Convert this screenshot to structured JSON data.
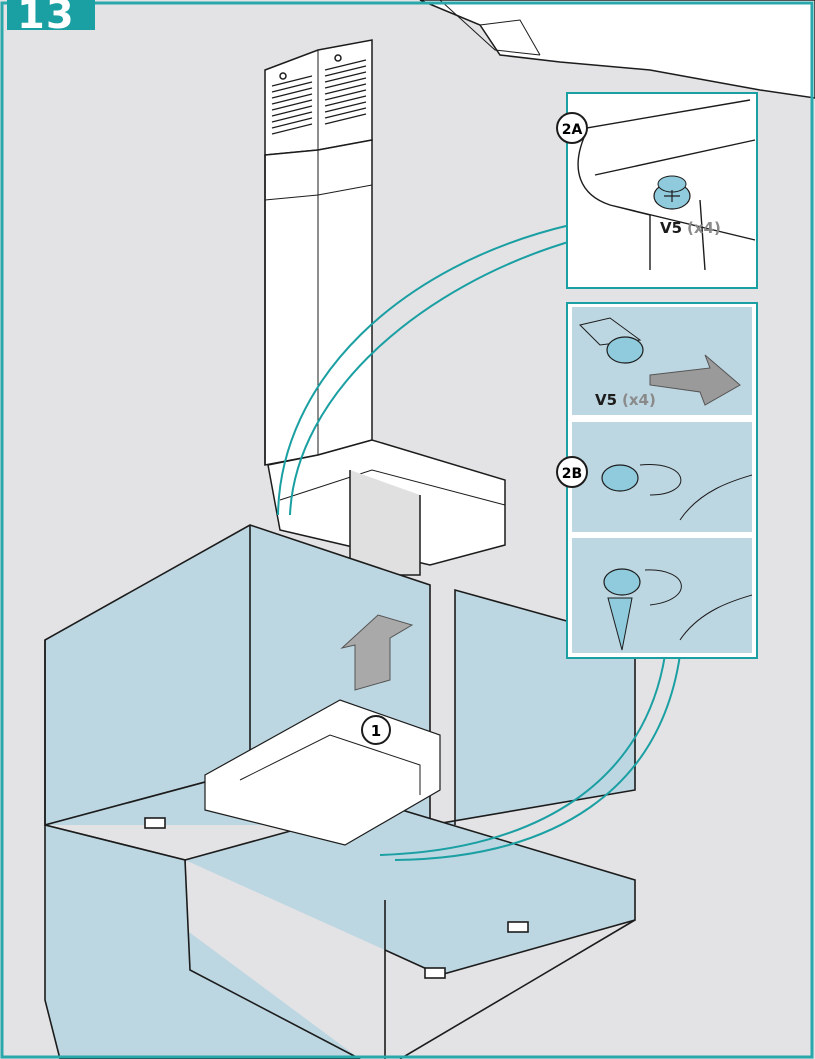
{
  "step": {
    "number": "13"
  },
  "callouts": {
    "c2a": "2A",
    "c2b": "2B",
    "c1": "1"
  },
  "screw": {
    "code": "V5",
    "qty": "(x4)"
  },
  "colors": {
    "accent": "#1a9fa3",
    "frame": "#2aa7ab",
    "background": "#e3e3e5",
    "panel": "#bdd7e2",
    "screw": "#8fcbdc",
    "line": "#1c1c1c",
    "qty_text": "#8a8a8a"
  },
  "icons": [
    "arrow-up-icon",
    "arrow-diagonal-icon",
    "screw-icon",
    "screwdriver-icon",
    "chimney-illustration"
  ]
}
